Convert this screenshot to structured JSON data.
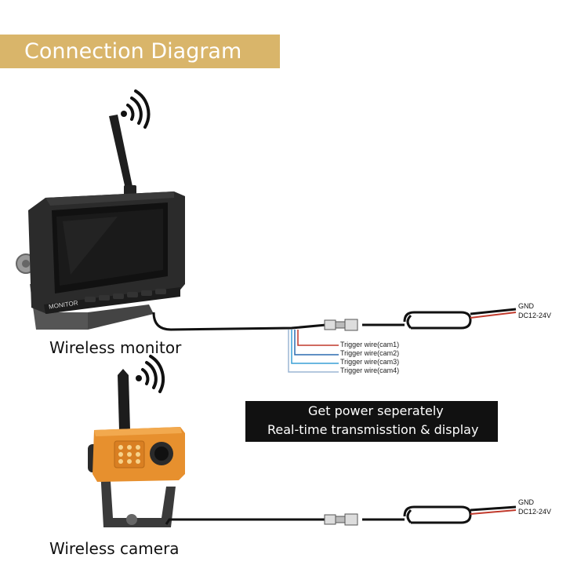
{
  "title": "Connection Diagram",
  "monitor": {
    "label": "Wireless monitor",
    "brand_text": "MONITOR",
    "body_color": "#2b2b2b",
    "accent_color": "#1a1a1a"
  },
  "camera": {
    "label": "Wireless camera",
    "body_color": "#e7902e"
  },
  "power_top": {
    "gnd": "GND",
    "dc": "DC12-24V"
  },
  "power_bottom": {
    "gnd": "GND",
    "dc": "DC12-24V"
  },
  "trigger_wires": [
    {
      "label": "Trigger wire(cam1)",
      "color": "#c0392b"
    },
    {
      "label": "Trigger wire(cam2)",
      "color": "#2b6cb0"
    },
    {
      "label": "Trigger wire(cam3)",
      "color": "#3aa0d6"
    },
    {
      "label": "Trigger wire(cam4)",
      "color": "#9bb5d4"
    }
  ],
  "info": {
    "line1": "Get power seperately",
    "line2": "Real-time transmisstion & display"
  },
  "colors": {
    "banner": "#d9b56a",
    "wire": "#111111",
    "red_wire": "#c0392b"
  },
  "icons": [
    "wifi-signal-icon",
    "wifi-signal-icon"
  ]
}
